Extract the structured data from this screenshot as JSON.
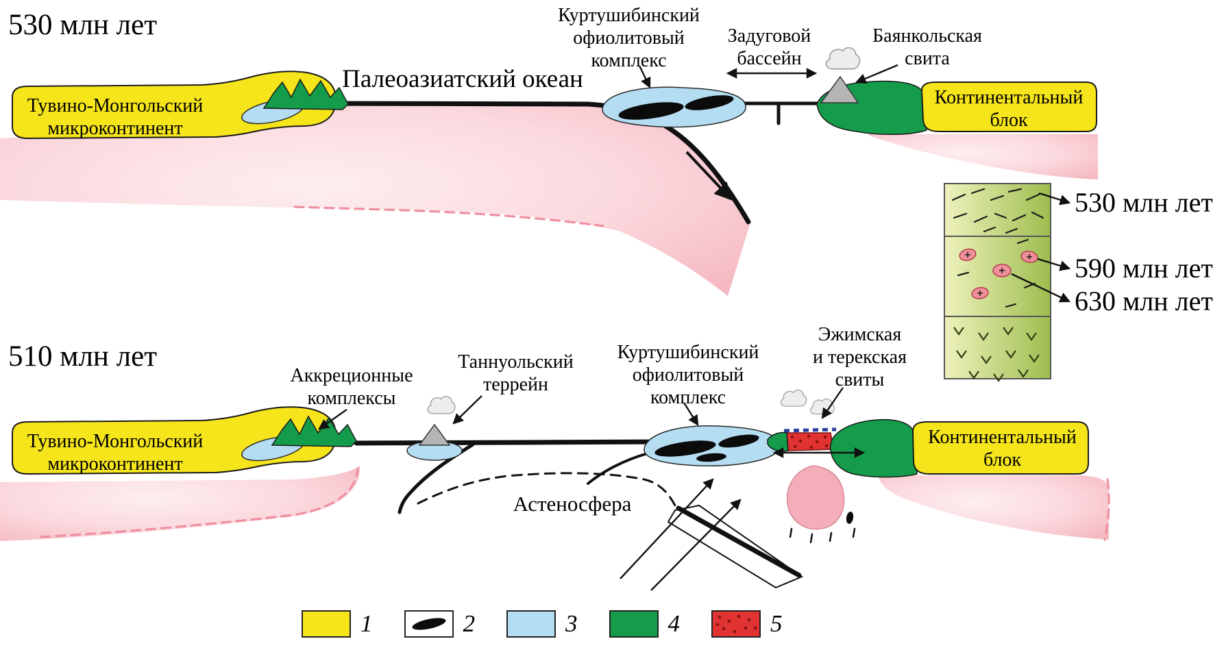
{
  "colors": {
    "yellow": "#f6e51b",
    "pink": "#f6bcc4",
    "pink-light": "#fdeef0",
    "pink-edge": "#ef8fa0",
    "magma-pink": "#f4aeb9",
    "blue": "#b5ddf2",
    "green": "#149c4b",
    "red": "#e23333",
    "red-dot": "#8c1212",
    "gray": "#b5b5b5",
    "smoke": "#ededed",
    "olive-light": "#eef2bc",
    "olive-dark": "#9ebd4f",
    "dashed-blue": "#2a3f9e",
    "line": "#111111"
  },
  "top_panel": {
    "age": "530 млн лет",
    "micro_label": "Тувино-Монгольский\nмикроконтинент",
    "ocean_label": "Палеоазиатский океан",
    "ophiolite_label": "Куртушибинский\nофиолитовый\nкомплекс",
    "backarc_label": "Задуговой\nбассейн",
    "bayankol_label": "Баянкольская\nсвита",
    "continent_label": "Континентальный\nблок"
  },
  "column": {
    "age_530": "530 млн лет",
    "age_590": "590 млн лет",
    "age_630": "630 млн лет"
  },
  "bottom_panel": {
    "age": "510 млн лет",
    "accretionary_label": "Аккреционные\nкомплексы",
    "tannuol_label": "Таннуольский\nтеррейн",
    "ophiolite_label": "Куртушибинский\nофиолитовый\nкомплекс",
    "ezhim_label": "Эжимская\nи терекская\nсвиты",
    "micro_label": "Тувино-Монгольский\nмикроконтинент",
    "continent_label": "Континентальный\nблок",
    "asthenosphere_label": "Астеносфера"
  },
  "legend": {
    "items": [
      {
        "num": "1",
        "swatch": "yellow-crust-swatch"
      },
      {
        "num": "2",
        "swatch": "black-lens-swatch"
      },
      {
        "num": "3",
        "swatch": "blue-oceanic-swatch"
      },
      {
        "num": "4",
        "swatch": "green-complex-swatch"
      },
      {
        "num": "5",
        "swatch": "red-dotted-swatch"
      }
    ]
  }
}
